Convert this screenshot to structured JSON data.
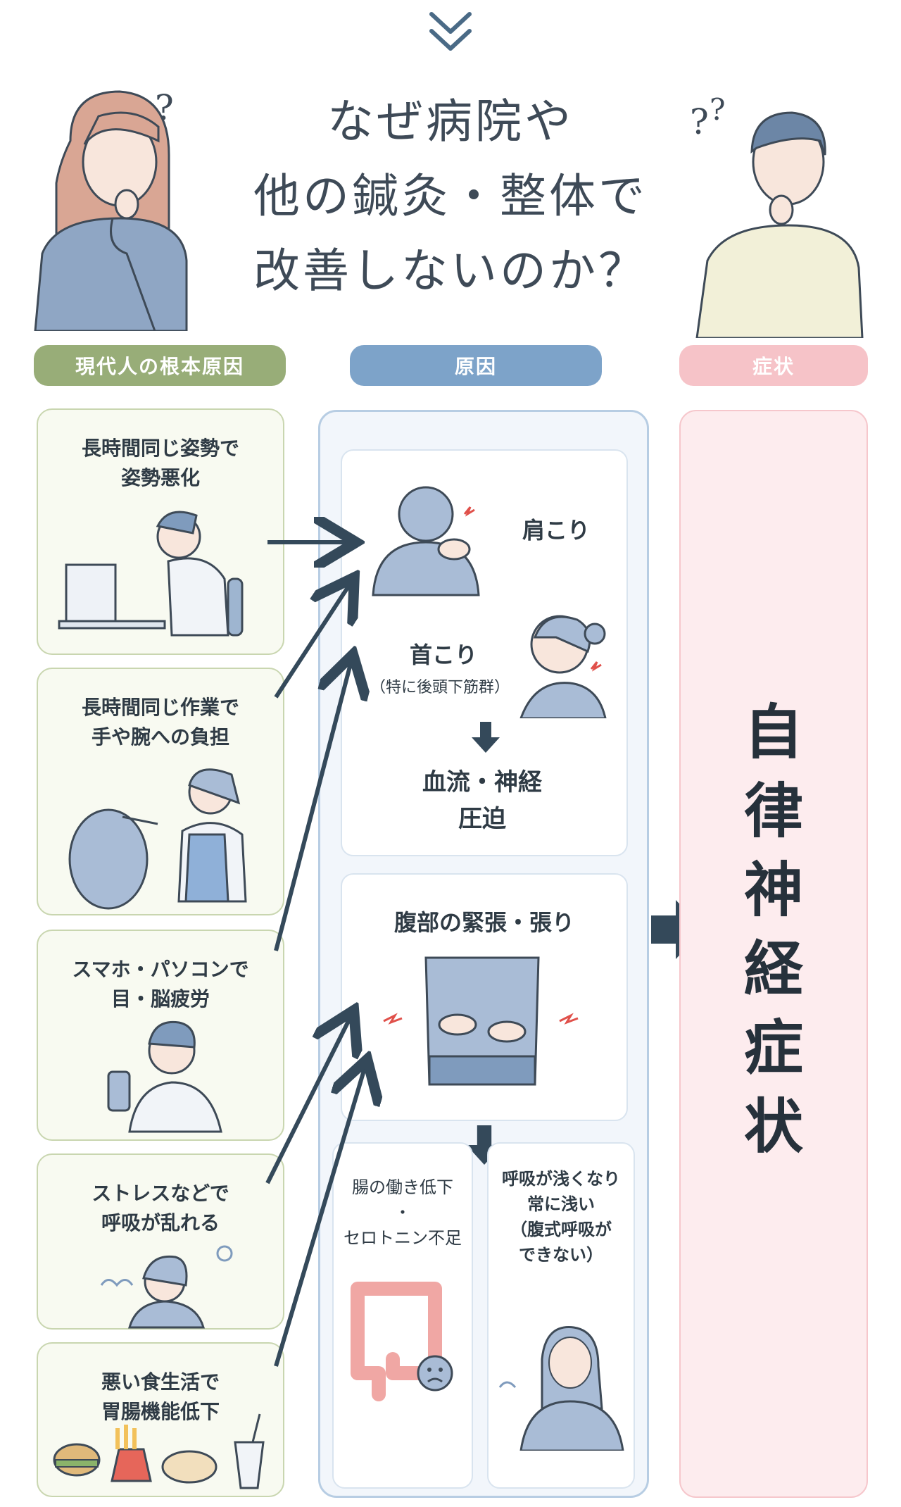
{
  "title": {
    "line1": "なぜ病院や",
    "line2": "他の鍼灸・整体で",
    "line3": "改善しないのか？"
  },
  "headers": {
    "root_causes": "現代人の根本原因",
    "causes": "原因",
    "symptoms": "症状"
  },
  "root_causes": [
    {
      "text": "長時間同じ姿勢で\n姿勢悪化",
      "icon": "laptop-worker-icon"
    },
    {
      "text": "長時間同じ作業で\n手や腕への負担",
      "icon": "hairdresser-icon"
    },
    {
      "text": "スマホ・パソコンで\n目・脳疲労",
      "icon": "smartphone-user-icon"
    },
    {
      "text": "ストレスなどで\n呼吸が乱れる",
      "icon": "stressed-breathing-icon"
    },
    {
      "text": "悪い食生活で\n胃腸機能低下",
      "icon": "junk-food-icon"
    }
  ],
  "causes": {
    "shoulder": "肩こり",
    "neck": "首こり",
    "neck_note": "（特に後頭下筋群）",
    "compression": "血流・神経\n圧迫",
    "abdomen": "腹部の緊張・張り",
    "gut": "腸の働き低下\n・\nセロトニン不足",
    "breath": "呼吸が浅くなり\n常に浅い\n（腹式呼吸が\nできない）"
  },
  "symptom": {
    "text": "自\n律\n神\n経\n症\n状"
  },
  "colors": {
    "green": "#98ad78",
    "blue": "#7da3c9",
    "pink": "#f6c3c8",
    "arrow": "#34495a"
  }
}
